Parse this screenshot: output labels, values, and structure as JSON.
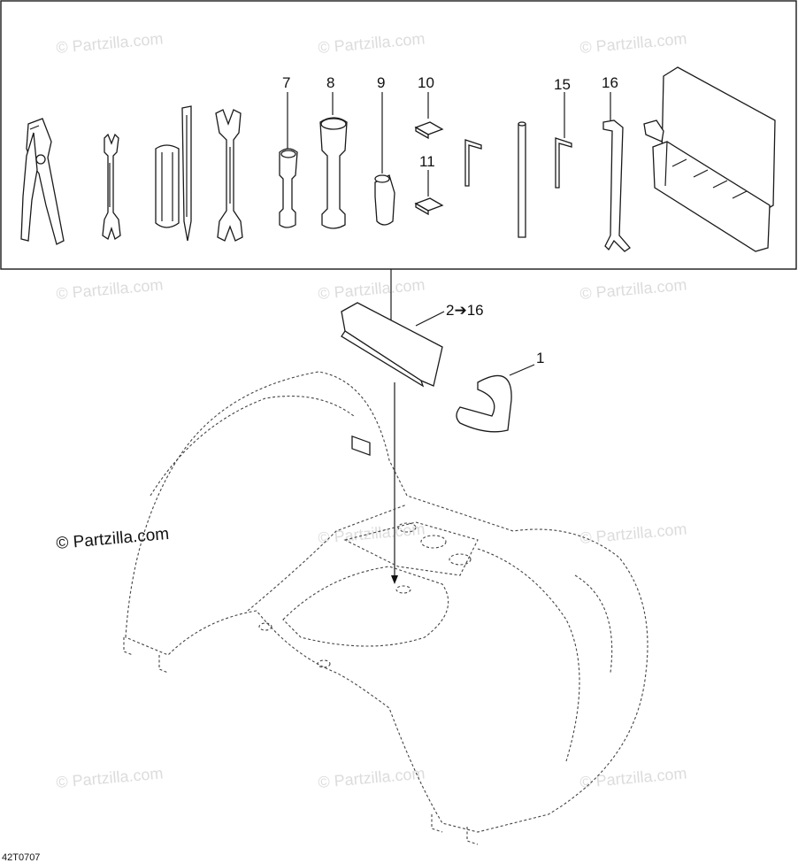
{
  "diagram": {
    "callouts": {
      "c7": "7",
      "c8": "8",
      "c9": "9",
      "c10": "10",
      "c11": "11",
      "c15": "15",
      "c16": "16",
      "c2to16": "2➔16",
      "c1": "1"
    },
    "watermark": "© Partzilla.com",
    "drawing_code": "42T0707"
  }
}
